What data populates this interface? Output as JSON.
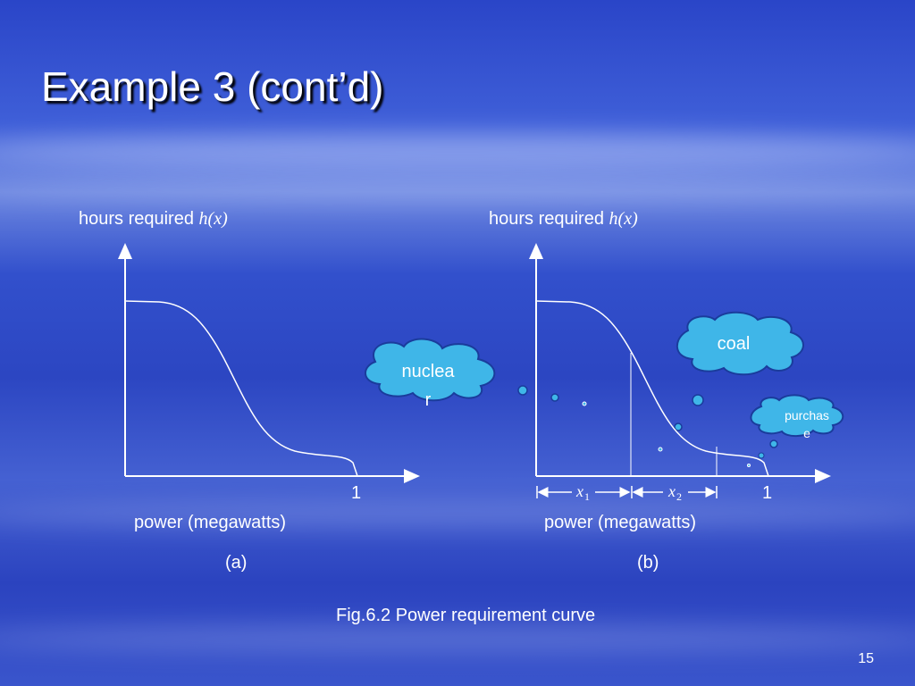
{
  "slide": {
    "title": "Example 3 (cont’d)",
    "page_number": "15",
    "caption": "Fig.6.2 Power requirement curve"
  },
  "panel_a": {
    "ylabel_text": "hours required ",
    "ylabel_math": "h(x)",
    "x_tick": "1",
    "xlabel": "power (megawatts)",
    "tag": "(a)",
    "cloud_line1": "nuclea",
    "cloud_line2": "r"
  },
  "panel_b": {
    "ylabel_text": "hours required ",
    "ylabel_math": "h(x)",
    "x_tick": "1",
    "xlabel": "power (megawatts)",
    "tag": "(b)",
    "x1_label": "x",
    "x1_sub": "1",
    "x2_label": "x",
    "x2_sub": "2",
    "cloud_coal": "coal",
    "cloud_purchase_line1": "purchas",
    "cloud_purchase_line2": "e"
  },
  "colors": {
    "bubble_fill": "#3fb6e8",
    "bubble_stroke": "#1a3c9c",
    "axis": "#ffffff"
  }
}
